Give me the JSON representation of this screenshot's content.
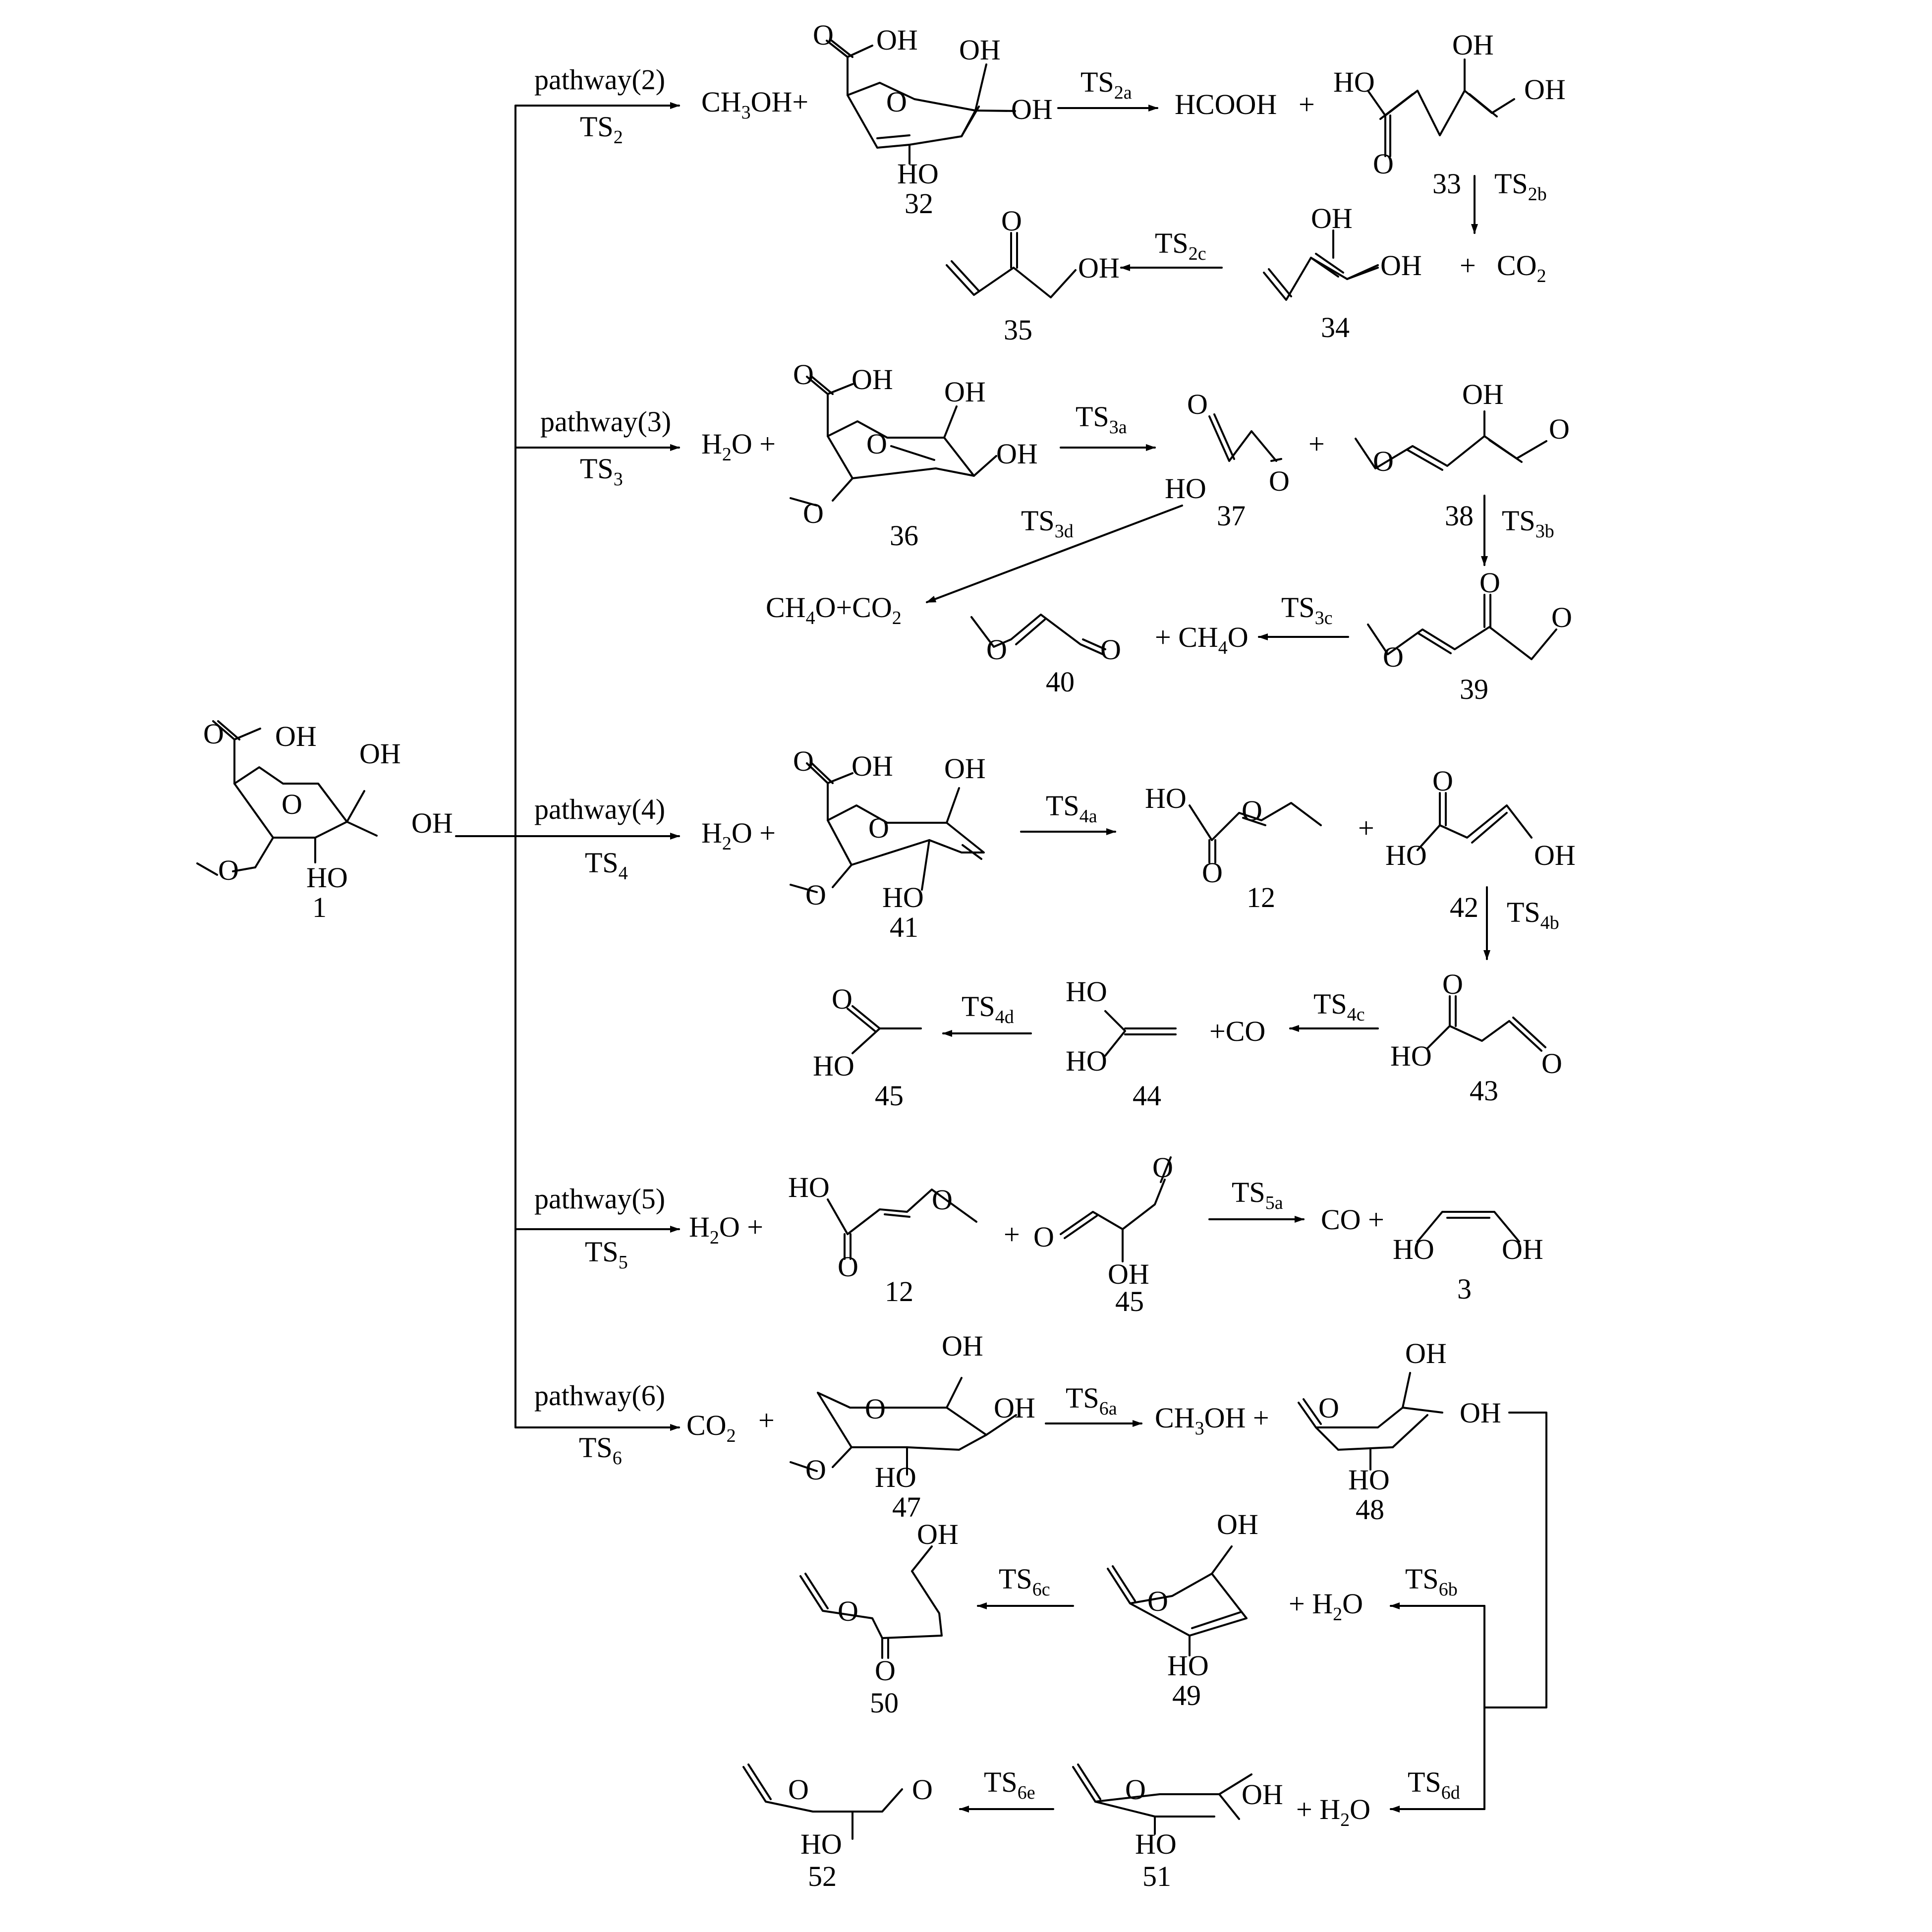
{
  "colors": {
    "ink": "#000000",
    "background": "#ffffff"
  },
  "start": {
    "id": "1",
    "atoms": {
      "oh_acid": "OH",
      "o_carbonyl": "O",
      "o_ring": "O",
      "oh_top": "OH",
      "oh_right": "OH",
      "ho_bottom": "HO",
      "o_methoxy": "O"
    }
  },
  "pathways": [
    {
      "label": "pathway(2)",
      "ts": {
        "base": "TS",
        "sub": "2"
      },
      "rows": [
        {
          "texts": [
            "CH",
            "3",
            "OH+",
            "+",
            "HCOOH",
            "CO",
            "2",
            "+"
          ],
          "species": [
            "32",
            "33",
            "34",
            "35"
          ],
          "ts_labels": [
            {
              "base": "TS",
              "sub": "2a"
            },
            {
              "base": "TS",
              "sub": "2b"
            },
            {
              "base": "TS",
              "sub": "2c"
            }
          ]
        }
      ]
    },
    {
      "label": "pathway(3)",
      "ts": {
        "base": "TS",
        "sub": "3"
      },
      "rows": [
        {
          "texts": [
            "H",
            "2",
            "O +",
            "+",
            "CH",
            "4",
            "O+CO",
            "2",
            "+  CH",
            "4",
            "O"
          ],
          "species": [
            "36",
            "37",
            "38",
            "39",
            "40"
          ],
          "ts_labels": [
            {
              "base": "TS",
              "sub": "3a"
            },
            {
              "base": "TS",
              "sub": "3b"
            },
            {
              "base": "TS",
              "sub": "3c"
            },
            {
              "base": "TS",
              "sub": "3d"
            }
          ]
        }
      ]
    },
    {
      "label": "pathway(4)",
      "ts": {
        "base": "TS",
        "sub": "4"
      },
      "rows": [
        {
          "texts": [
            "H",
            "2",
            "O +",
            "+",
            "+CO"
          ],
          "species": [
            "41",
            "12",
            "42",
            "43",
            "44",
            "45"
          ],
          "ts_labels": [
            {
              "base": "TS",
              "sub": "4a"
            },
            {
              "base": "TS",
              "sub": "4b"
            },
            {
              "base": "TS",
              "sub": "4c"
            },
            {
              "base": "TS",
              "sub": "4d"
            }
          ]
        }
      ]
    },
    {
      "label": "pathway(5)",
      "ts": {
        "base": "TS",
        "sub": "5"
      },
      "rows": [
        {
          "texts": [
            "H",
            "2",
            "O +",
            "+",
            "CO  +"
          ],
          "species": [
            "12",
            "45",
            "3"
          ],
          "ts_labels": [
            {
              "base": "TS",
              "sub": "5a"
            }
          ]
        }
      ]
    },
    {
      "label": "pathway(6)",
      "ts": {
        "base": "TS",
        "sub": "6"
      },
      "rows": [
        {
          "texts": [
            "CO",
            "2",
            "+",
            "CH",
            "3",
            "OH +",
            "+ H",
            "2",
            "O",
            "+ H",
            "2",
            "O"
          ],
          "species": [
            "47",
            "48",
            "49",
            "50",
            "51",
            "52"
          ],
          "ts_labels": [
            {
              "base": "TS",
              "sub": "6a"
            },
            {
              "base": "TS",
              "sub": "6b"
            },
            {
              "base": "TS",
              "sub": "6c"
            },
            {
              "base": "TS",
              "sub": "6d"
            },
            {
              "base": "TS",
              "sub": "6e"
            }
          ]
        }
      ]
    }
  ],
  "atoms": {
    "OH": "OH",
    "HO": "HO",
    "O": "O"
  }
}
